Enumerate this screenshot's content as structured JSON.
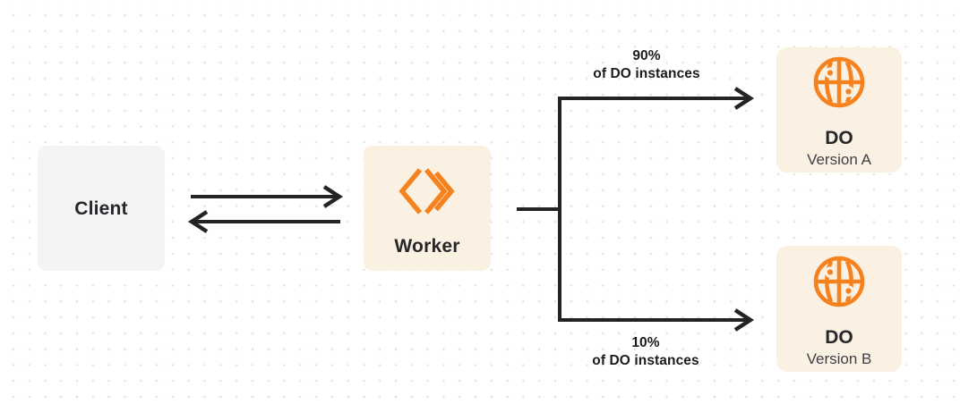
{
  "colors": {
    "accent": "#f6821f",
    "line": "#232323",
    "cream_box": "#fbf1e3",
    "gray_box": "#f4f4f5",
    "dot": "#e6e6e6",
    "title_text": "#26262b",
    "subtitle_text": "#3f3f46"
  },
  "client": {
    "label": "Client"
  },
  "worker": {
    "label": "Worker",
    "icon": "workers-chevrons-icon"
  },
  "branch_top": {
    "pct": "90%",
    "caption": "of DO instances"
  },
  "branch_bottom": {
    "pct": "10%",
    "caption": "of DO instances"
  },
  "do_a": {
    "title": "DO",
    "subtitle": "Version A",
    "icon": "durable-object-globe-icon"
  },
  "do_b": {
    "title": "DO",
    "subtitle": "Version B",
    "icon": "durable-object-globe-icon"
  }
}
